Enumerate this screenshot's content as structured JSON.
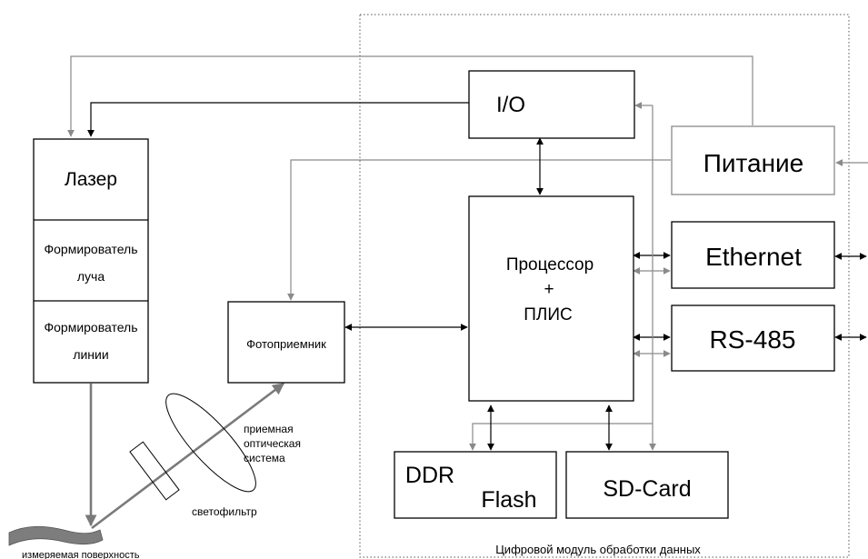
{
  "blocks": {
    "laser": "Лазер",
    "beam_former_1": "Формирователь",
    "beam_former_2": "луча",
    "line_former_1": "Формирователь",
    "line_former_2": "линии",
    "photodetector": "Фотоприемник",
    "io": "I/O",
    "processor_1": "Процессор",
    "processor_2": "+",
    "processor_3": "ПЛИС",
    "power": "Питание",
    "ethernet": "Ethernet",
    "rs485": "RS-485",
    "ddr": "DDR",
    "flash": "Flash",
    "sdcard": "SD-Card"
  },
  "labels": {
    "optics_1": "приемная",
    "optics_2": "оптическая",
    "optics_3": "система",
    "filter": "светофильтр",
    "surface": "измеряемая поверхность",
    "digital_module": "Цифровой модуль обработки данных"
  },
  "colors": {
    "line": "#000000",
    "secondary_line": "#8a8a8a",
    "background": "#ffffff"
  }
}
